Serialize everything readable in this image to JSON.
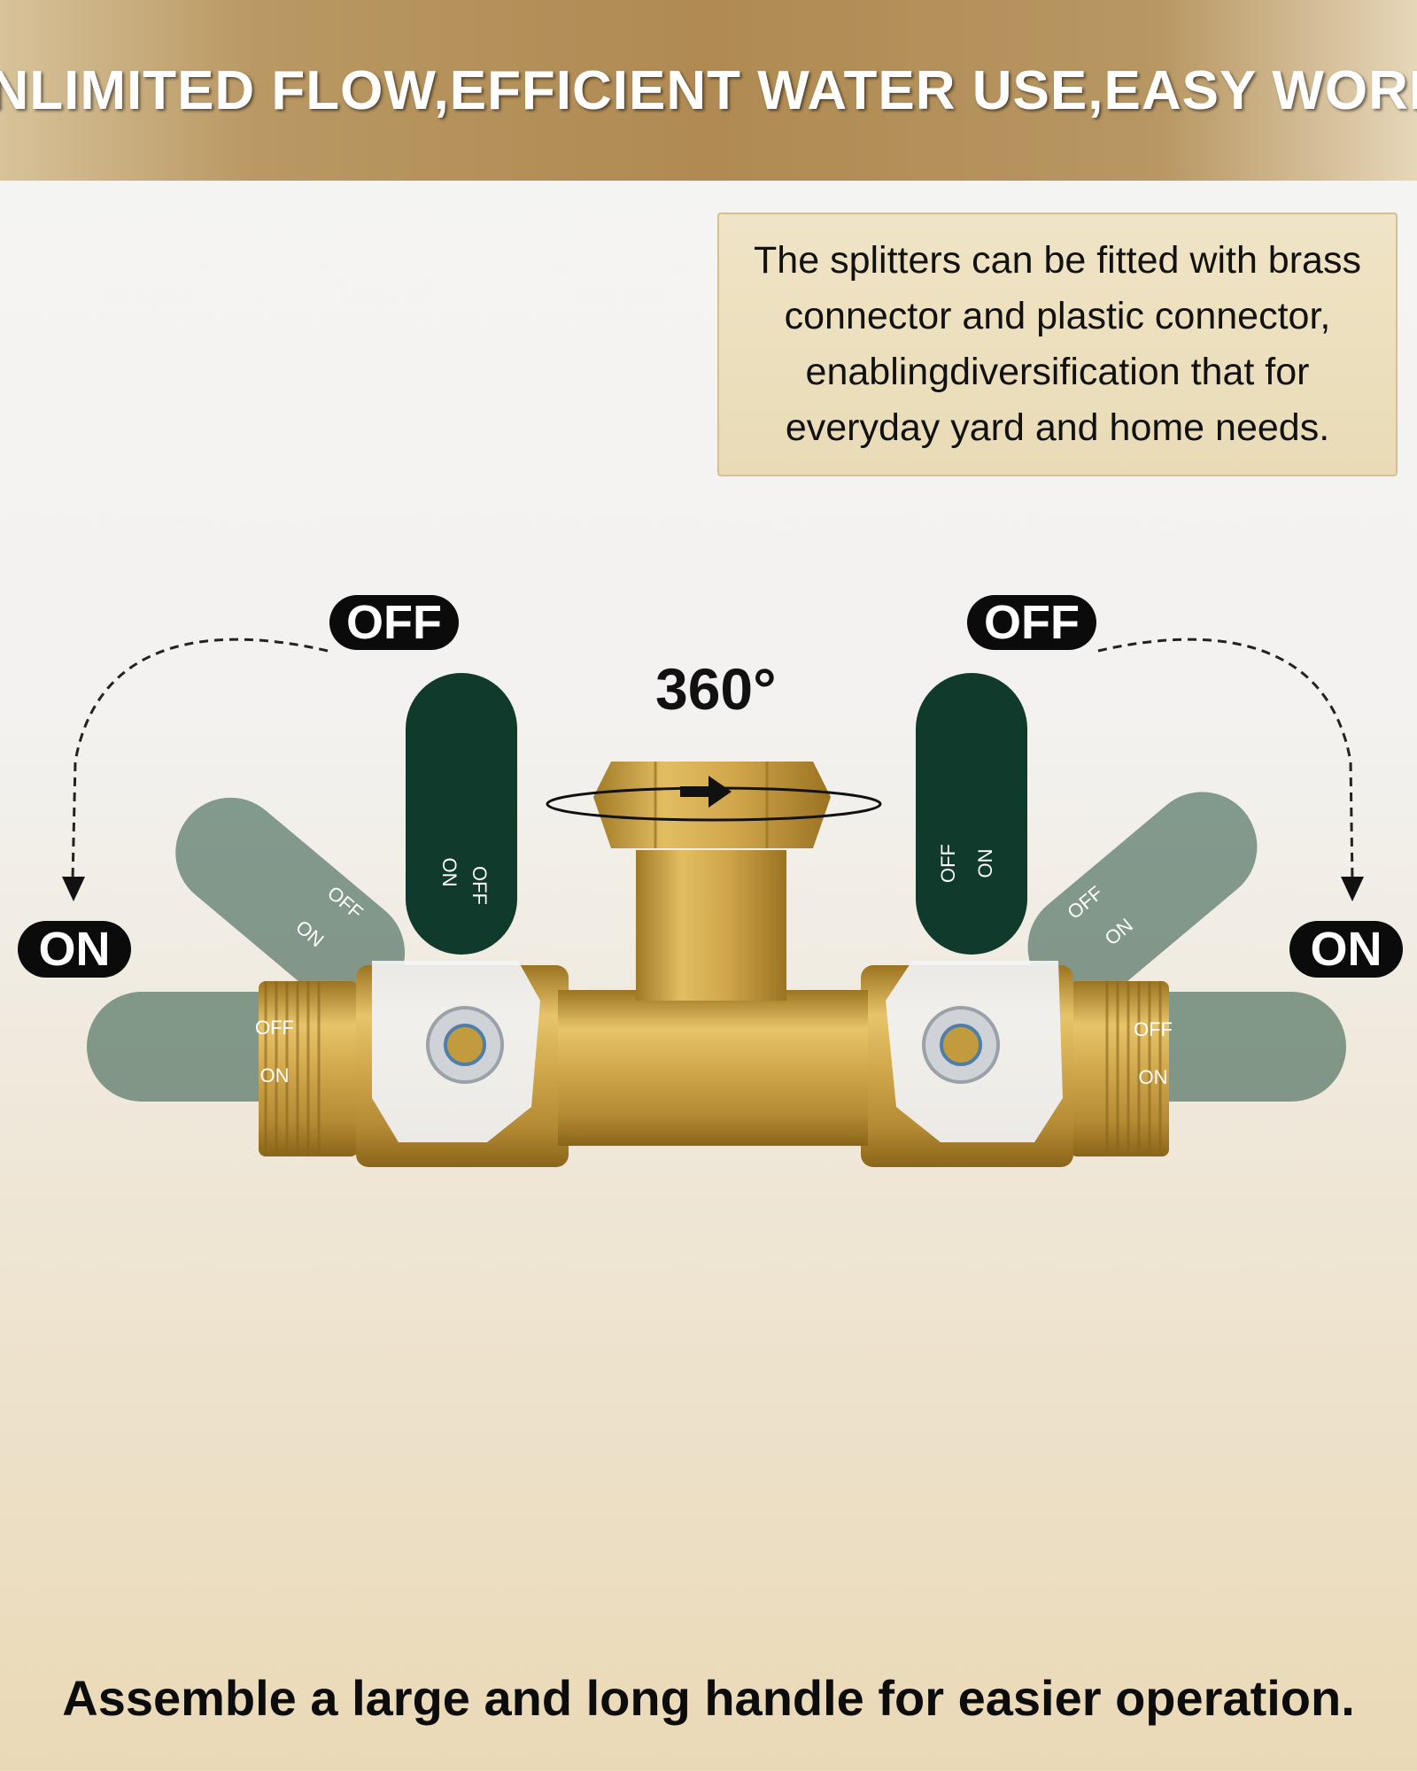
{
  "banner": {
    "title": "UNLIMITED FLOW,EFFICIENT WATER USE,EASY WORK!"
  },
  "info_box": {
    "lines": [
      "The splitters can be fitted with brass",
      "connector and plastic connector,",
      "enablingdiversification that for",
      "everyday yard and home needs."
    ]
  },
  "labels": {
    "off_left": "OFF",
    "off_right": "OFF",
    "on_left": "ON",
    "on_right": "ON",
    "rotation": "360°"
  },
  "handle_text": {
    "off": "OFF",
    "on": "ON"
  },
  "footer": {
    "text": "Assemble a large and long handle for easier operation."
  },
  "colors": {
    "banner_gold": "#b08a52",
    "handle_green": "#0f3a2c",
    "brass": "#c9a046"
  }
}
